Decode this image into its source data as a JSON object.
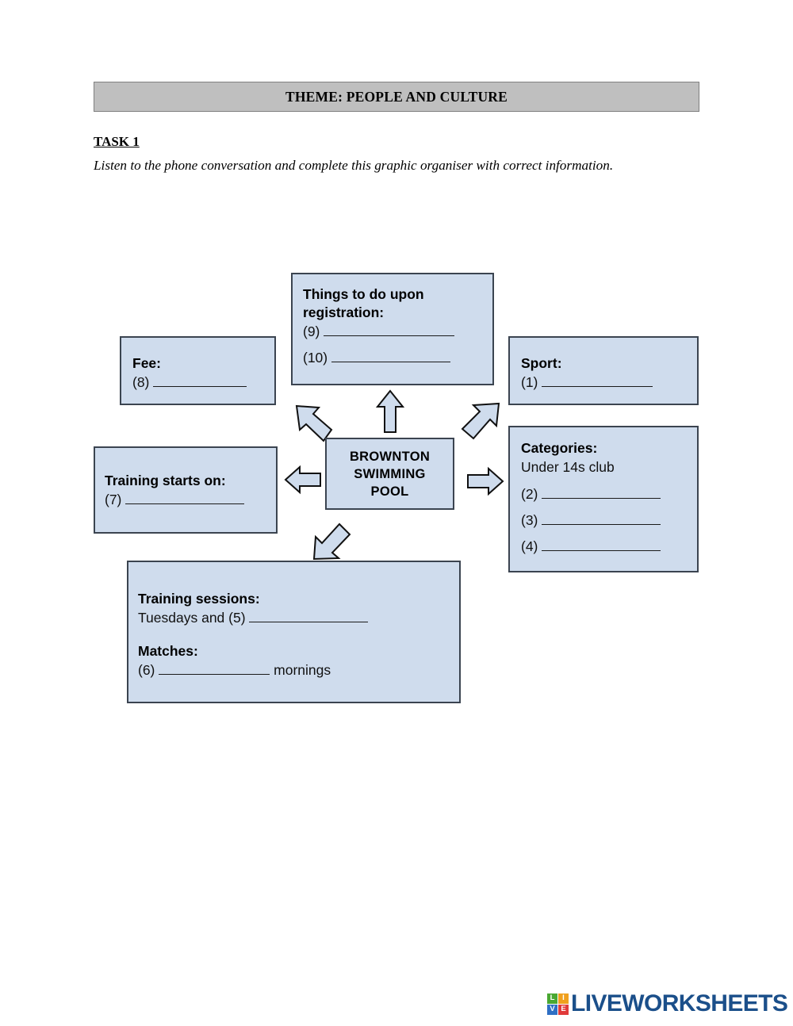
{
  "header": {
    "theme_banner": "THEME: PEOPLE AND CULTURE"
  },
  "task": {
    "title": "TASK 1",
    "instructions": "Listen to the phone conversation and complete this graphic organiser with correct information."
  },
  "organiser": {
    "center": {
      "line1": "BROWNTON",
      "line2": "SWIMMING",
      "line3": "POOL"
    },
    "things_to_do": {
      "title_line1": "Things to do upon",
      "title_line2": "registration:",
      "item9_label": "(9)",
      "item10_label": "(10)"
    },
    "fee": {
      "title": "Fee:",
      "item8_label": "(8)"
    },
    "sport": {
      "title": "Sport:",
      "item1_label": "(1)"
    },
    "categories": {
      "title": "Categories:",
      "subtitle": "Under 14s club",
      "item2_label": "(2)",
      "item3_label": "(3)",
      "item4_label": "(4)"
    },
    "training_starts": {
      "title": "Training starts on:",
      "item7_label": "(7)"
    },
    "sessions": {
      "title": "Training sessions:",
      "line_prefix": "Tuesdays and (5)",
      "matches_title": "Matches:",
      "item6_label": "(6)",
      "item6_suffix": "mornings"
    }
  },
  "arrows": [
    {
      "name": "arrow-up",
      "direction": "up"
    },
    {
      "name": "arrow-up-left",
      "direction": "up-left"
    },
    {
      "name": "arrow-up-right",
      "direction": "up-right"
    },
    {
      "name": "arrow-left",
      "direction": "left"
    },
    {
      "name": "arrow-right",
      "direction": "right"
    },
    {
      "name": "arrow-down-left",
      "direction": "down-left"
    }
  ],
  "footer": {
    "logo_tiles": [
      "L",
      "I",
      "V",
      "E"
    ],
    "logo_word": "LIVEWORKSHEETS"
  },
  "colors": {
    "banner_fill": "#bfbfbf",
    "box_fill": "#cfdced",
    "box_border": "#3b4450",
    "arrow_fill": "#cfdced",
    "logo_blue": "#1b4f8a"
  }
}
